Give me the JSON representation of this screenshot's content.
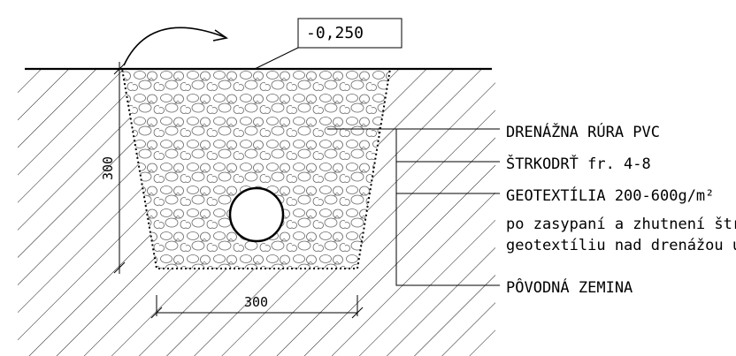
{
  "level_tag": "-0,250",
  "dimensions": {
    "height": "300",
    "width": "300"
  },
  "callouts": [
    {
      "text": "DRENÁŽNA RÚRA PVC"
    },
    {
      "text": "ŠTRKODRŤ fr. 4-8"
    },
    {
      "text": "GEOTEXTÍLIA 200-600g/m²"
    },
    {
      "text": "po zasypaní a zhutnení štr"
    },
    {
      "text": "geotextíliu nad drenážou uz"
    },
    {
      "text": "PÔVODNÁ ZEMINA"
    }
  ],
  "colors": {
    "line": "#000000",
    "background": "#ffffff"
  }
}
